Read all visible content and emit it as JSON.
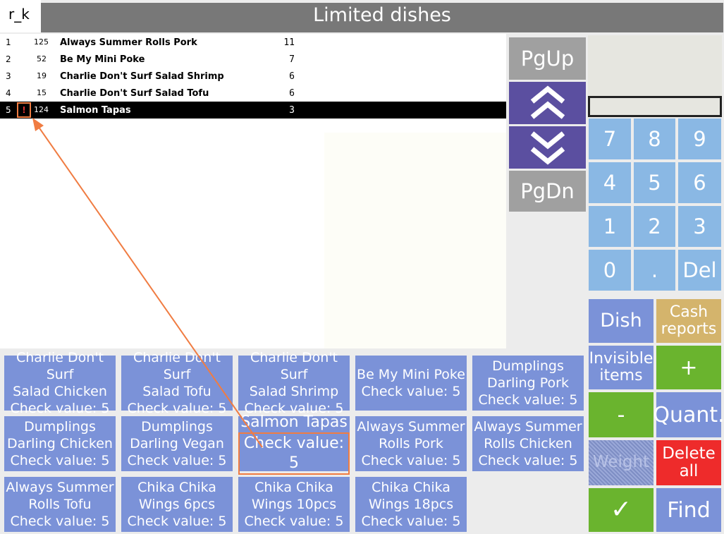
{
  "header": {
    "logo": "r_k",
    "title": "Limited dishes"
  },
  "list": {
    "rows": [
      {
        "num": "1",
        "code": "125",
        "name": "Always Summer Rolls Pork",
        "qty": "11"
      },
      {
        "num": "2",
        "code": "52",
        "name": "Be My Mini Poke",
        "qty": "7"
      },
      {
        "num": "3",
        "code": "19",
        "name": "Charlie Don't Surf Salad Shrimp",
        "qty": "6"
      },
      {
        "num": "4",
        "code": "15",
        "name": "Charlie Don't Surf Salad Tofu",
        "qty": "6"
      },
      {
        "num": "5",
        "code": "124",
        "name": "Salmon Tapas",
        "qty": "3",
        "warn": "!"
      }
    ]
  },
  "nav": {
    "pgup": "PgUp",
    "pgdn": "PgDn"
  },
  "keypad": {
    "keys": [
      "7",
      "8",
      "9",
      "4",
      "5",
      "6",
      "1",
      "2",
      "3",
      "0",
      ".",
      "Del"
    ]
  },
  "functions": {
    "dish": "Dish",
    "cash_reports": "Cash reports",
    "invisible_items": "Invisible items",
    "plus": "+",
    "minus": "-",
    "quant": "Quant.",
    "weight": "Weight",
    "delete_all": "Delete all",
    "ok": "✓",
    "find": "Find"
  },
  "dish_buttons": [
    {
      "line1": "Charlie Don't Surf",
      "line2": "Salad Chicken",
      "check": "Check value: 5"
    },
    {
      "line1": "Charlie Don't Surf",
      "line2": "Salad Tofu",
      "check": "Check value: 5"
    },
    {
      "line1": "Charlie Don't Surf",
      "line2": "Salad Shrimp",
      "check": "Check value: 5"
    },
    {
      "line1": "Be My Mini Poke",
      "line2": "",
      "check": "Check value: 5"
    },
    {
      "line1": "Dumplings",
      "line2": "Darling Pork",
      "check": "Check value: 5"
    },
    {
      "line1": "Dumplings",
      "line2": "Darling Chicken",
      "check": "Check value: 5"
    },
    {
      "line1": "Dumplings",
      "line2": "Darling Vegan",
      "check": "Check value: 5"
    },
    {
      "line1": "Salmon Tapas",
      "line2": "",
      "check": "Check value: 5"
    },
    {
      "line1": "Always Summer",
      "line2": "Rolls Pork",
      "check": "Check value: 5"
    },
    {
      "line1": "Always Summer",
      "line2": "Rolls Chicken",
      "check": "Check value: 5"
    },
    {
      "line1": "Always Summer",
      "line2": "Rolls Tofu",
      "check": "Check value: 5"
    },
    {
      "line1": "Chika Chika",
      "line2": "Wings 6pcs",
      "check": "Check value: 5"
    },
    {
      "line1": "Chika Chika",
      "line2": "Wings 10pcs",
      "check": "Check value: 5"
    },
    {
      "line1": "Chika Chika",
      "line2": "Wings 18pcs",
      "check": "Check value: 5"
    }
  ],
  "colors": {
    "title_bar": "#787878",
    "nav_purple": "#5b4fa0",
    "keypad_blue": "#8ab8e4",
    "dish_blue": "#7b92d8",
    "green": "#6ab42e",
    "red": "#ee2b2b",
    "tan": "#d4b46c",
    "annotation": "#f07c42"
  }
}
